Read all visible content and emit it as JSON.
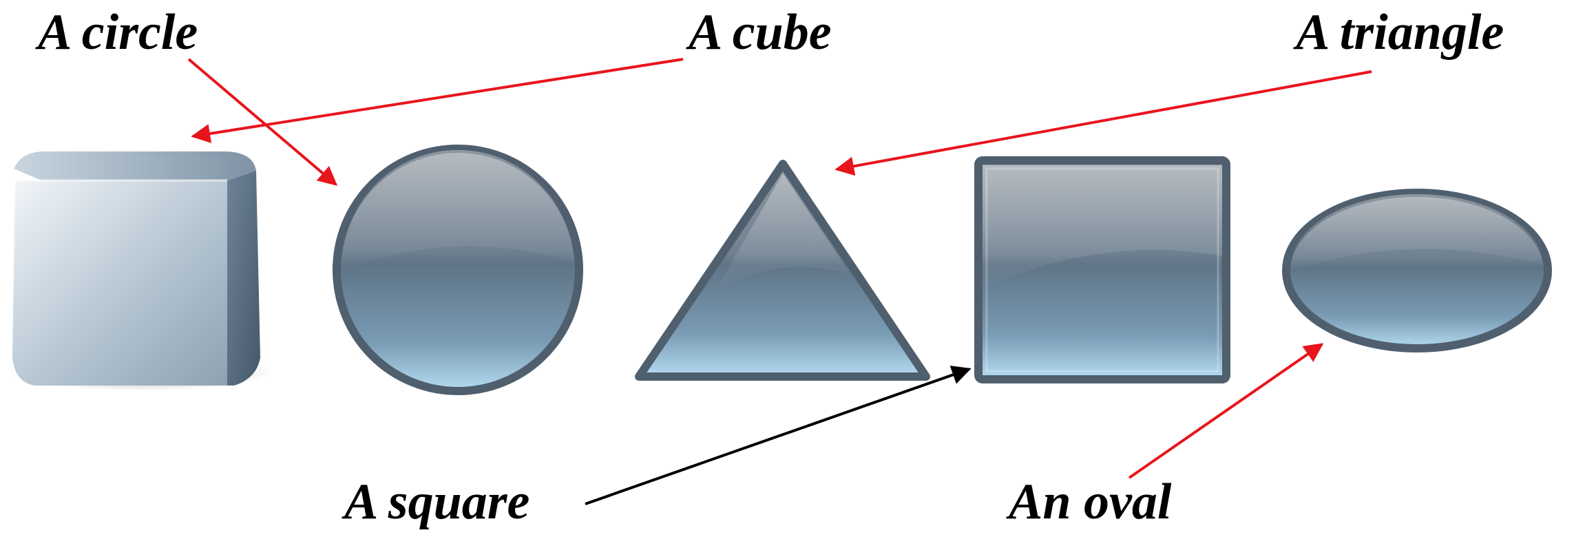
{
  "labels": {
    "circle": "A circle",
    "cube": "A cube",
    "triangle": "A triangle",
    "square": "A square",
    "oval": "An oval"
  },
  "shapes": [
    {
      "name": "cube",
      "icon": "cube-icon"
    },
    {
      "name": "circle",
      "icon": "circle-icon"
    },
    {
      "name": "triangle",
      "icon": "triangle-icon"
    },
    {
      "name": "square",
      "icon": "square-icon"
    },
    {
      "name": "oval",
      "icon": "oval-icon"
    }
  ],
  "colors": {
    "arrow_red": "#e8141c",
    "arrow_black": "#000000",
    "shape_border": "#4f5f6e",
    "shape_top": "#8a96a0",
    "shape_bottom": "#a8d2ec",
    "cube_light": "#e9f0f5",
    "cube_dark": "#56687a"
  },
  "arrows": [
    {
      "from": "circle",
      "color": "red"
    },
    {
      "from": "cube",
      "color": "red"
    },
    {
      "from": "triangle",
      "color": "red"
    },
    {
      "from": "square",
      "color": "black"
    },
    {
      "from": "oval",
      "color": "red"
    }
  ]
}
